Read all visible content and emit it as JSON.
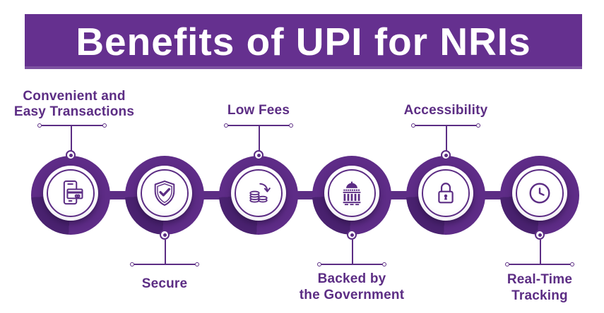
{
  "title": "Benefits of UPI for NRIs",
  "colors": {
    "banner": "#65308f",
    "circle": "#5e2c87",
    "wedge": "#4a2270",
    "accent": "#5c2d84",
    "bg": "#ffffff"
  },
  "items": [
    {
      "icon": "mobile-payment-icon",
      "position": "top",
      "lines": [
        "Convenient and",
        "Easy Transactions"
      ]
    },
    {
      "icon": "shield-check-icon",
      "position": "bottom",
      "lines": [
        "Secure"
      ]
    },
    {
      "icon": "coins-low-fees-icon",
      "position": "top",
      "lines": [
        "Low Fees"
      ]
    },
    {
      "icon": "government-building-icon",
      "position": "bottom",
      "lines": [
        "Backed by",
        "the Government"
      ]
    },
    {
      "icon": "padlock-icon",
      "position": "top",
      "lines": [
        "Accessibility"
      ]
    },
    {
      "icon": "clock-icon",
      "position": "bottom",
      "lines": [
        "Real-Time",
        "Tracking"
      ]
    }
  ]
}
